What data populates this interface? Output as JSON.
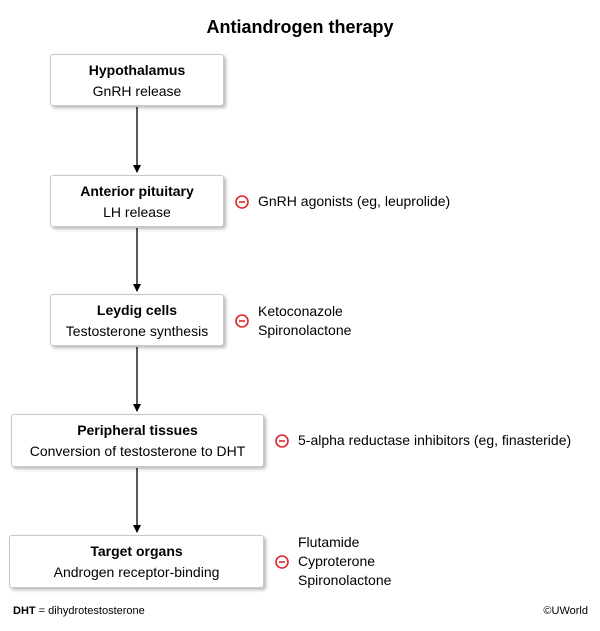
{
  "title": "Antiandrogen therapy",
  "steps": [
    {
      "name": "Hypothalamus",
      "process": "GnRH release"
    },
    {
      "name": "Anterior pituitary",
      "process": "LH release"
    },
    {
      "name": "Leydig cells",
      "process": "Testosterone synthesis"
    },
    {
      "name": "Peripheral tissues",
      "process": "Conversion of testosterone to DHT"
    },
    {
      "name": "Target organs",
      "process": "Androgen receptor-binding"
    }
  ],
  "inhibitors": [
    {
      "step": "Anterior pituitary",
      "drugs": [
        "GnRH agonists (eg, leuprolide)"
      ]
    },
    {
      "step": "Leydig cells",
      "drugs": [
        "Ketoconazole",
        "Spironolactone"
      ]
    },
    {
      "step": "Peripheral tissues",
      "drugs": [
        "5-alpha reductase inhibitors (eg, finasteride)"
      ]
    },
    {
      "step": "Target organs",
      "drugs": [
        "Flutamide",
        "Cyproterone",
        "Spironolactone"
      ]
    }
  ],
  "inhibition_symbol": "minus-circle-icon",
  "colors": {
    "inhibition": "#e0262b",
    "box_border": "#c9c9c9",
    "arrow": "#000000"
  },
  "footnote": {
    "abbreviation": "DHT",
    "definition": " = dihydrotestosterone"
  },
  "credit": "©UWorld"
}
